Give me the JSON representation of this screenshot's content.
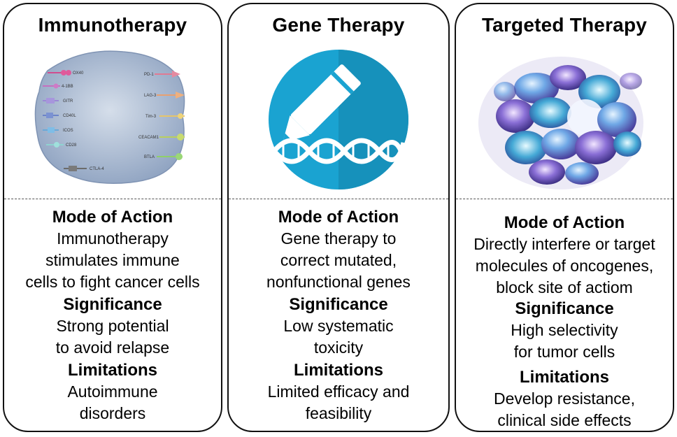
{
  "panels": [
    {
      "title": "Immunotherapy",
      "mode_heading": "Mode of Action",
      "mode_lines": [
        "Immunotherapy",
        "stimulates immune",
        "cells to fight cancer cells"
      ],
      "significance_heading": "Significance",
      "significance_lines": [
        "Strong potential",
        "to avoid relapse"
      ],
      "limitations_heading": "Limitations",
      "limitations_lines": [
        "Autoimmune",
        "disorders"
      ],
      "receptor_labels": {
        "left": [
          "OX40",
          "4-1BB",
          "GITR",
          "CD40L",
          "ICOS",
          "CD28",
          "CTLA-4"
        ],
        "right": [
          "PD-1",
          "LAG-3",
          "Tim-3",
          "CEACAM1",
          "BTLA"
        ]
      }
    },
    {
      "title": "Gene Therapy",
      "mode_heading": "Mode of Action",
      "mode_lines": [
        "Gene therapy to",
        "correct mutated,",
        "nonfunctional genes"
      ],
      "significance_heading": "Significance",
      "significance_lines": [
        "Low systematic",
        "toxicity"
      ],
      "limitations_heading": "Limitations",
      "limitations_lines": [
        "Limited efficacy and",
        "feasibility"
      ]
    },
    {
      "title": "Targeted Therapy",
      "mode_heading": "Mode of Action",
      "mode_lines": [
        "Directly interfere or target",
        "molecules of oncogenes,",
        "block site of actiom"
      ],
      "significance_heading": "Significance",
      "significance_lines": [
        "High selectivity",
        "for tumor cells"
      ],
      "limitations_heading": "Limitations",
      "limitations_lines": [
        "Develop resistance,",
        "clinical side effects"
      ]
    }
  ],
  "icons": [
    "immune-cell-icon",
    "gene-editing-pencil-icon",
    "dna-helix-icon",
    "protein-molecule-icon"
  ],
  "colors": {
    "gene_circle": "#1aa3d1",
    "immune_cell": "#b8c6da",
    "molecule": "#5a6fc8"
  }
}
